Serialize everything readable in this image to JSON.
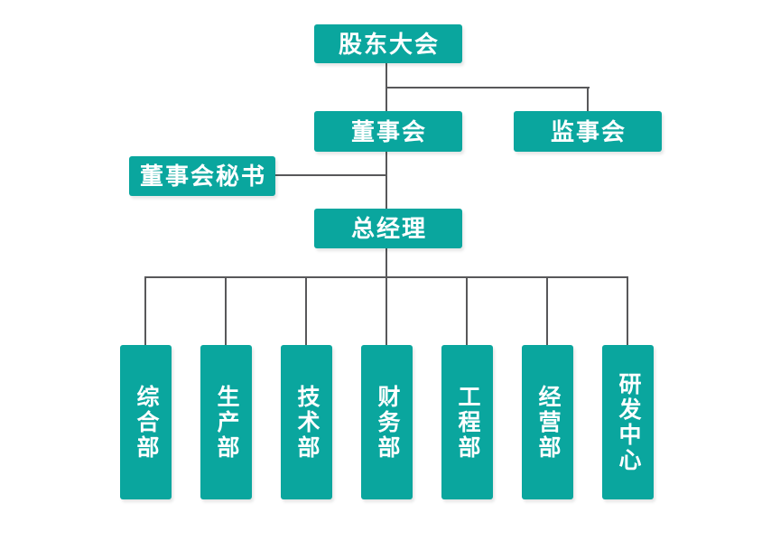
{
  "chart_title": "",
  "nodes": {
    "shareholders_meeting": "股东大会",
    "board_of_directors": "董事会",
    "supervisory_board": "监事会",
    "board_secretary": "董事会秘书",
    "general_manager": "总经理",
    "departments": [
      "综合部",
      "生产部",
      "技术部",
      "财务部",
      "工程部",
      "经营部",
      "研发中心"
    ]
  },
  "edges": [
    [
      "shareholders_meeting",
      "board_of_directors"
    ],
    [
      "shareholders_meeting",
      "supervisory_board"
    ],
    [
      "board_of_directors",
      "board_secretary"
    ],
    [
      "board_of_directors",
      "general_manager"
    ],
    [
      "general_manager",
      "综合部"
    ],
    [
      "general_manager",
      "生产部"
    ],
    [
      "general_manager",
      "技术部"
    ],
    [
      "general_manager",
      "财务部"
    ],
    [
      "general_manager",
      "工程部"
    ],
    [
      "general_manager",
      "经营部"
    ],
    [
      "general_manager",
      "研发中心"
    ]
  ],
  "colors": {
    "node_fill": "#0AA69E",
    "node_text": "#FFFFFF",
    "connector": "#58585A",
    "background": "#FFFFFF"
  }
}
